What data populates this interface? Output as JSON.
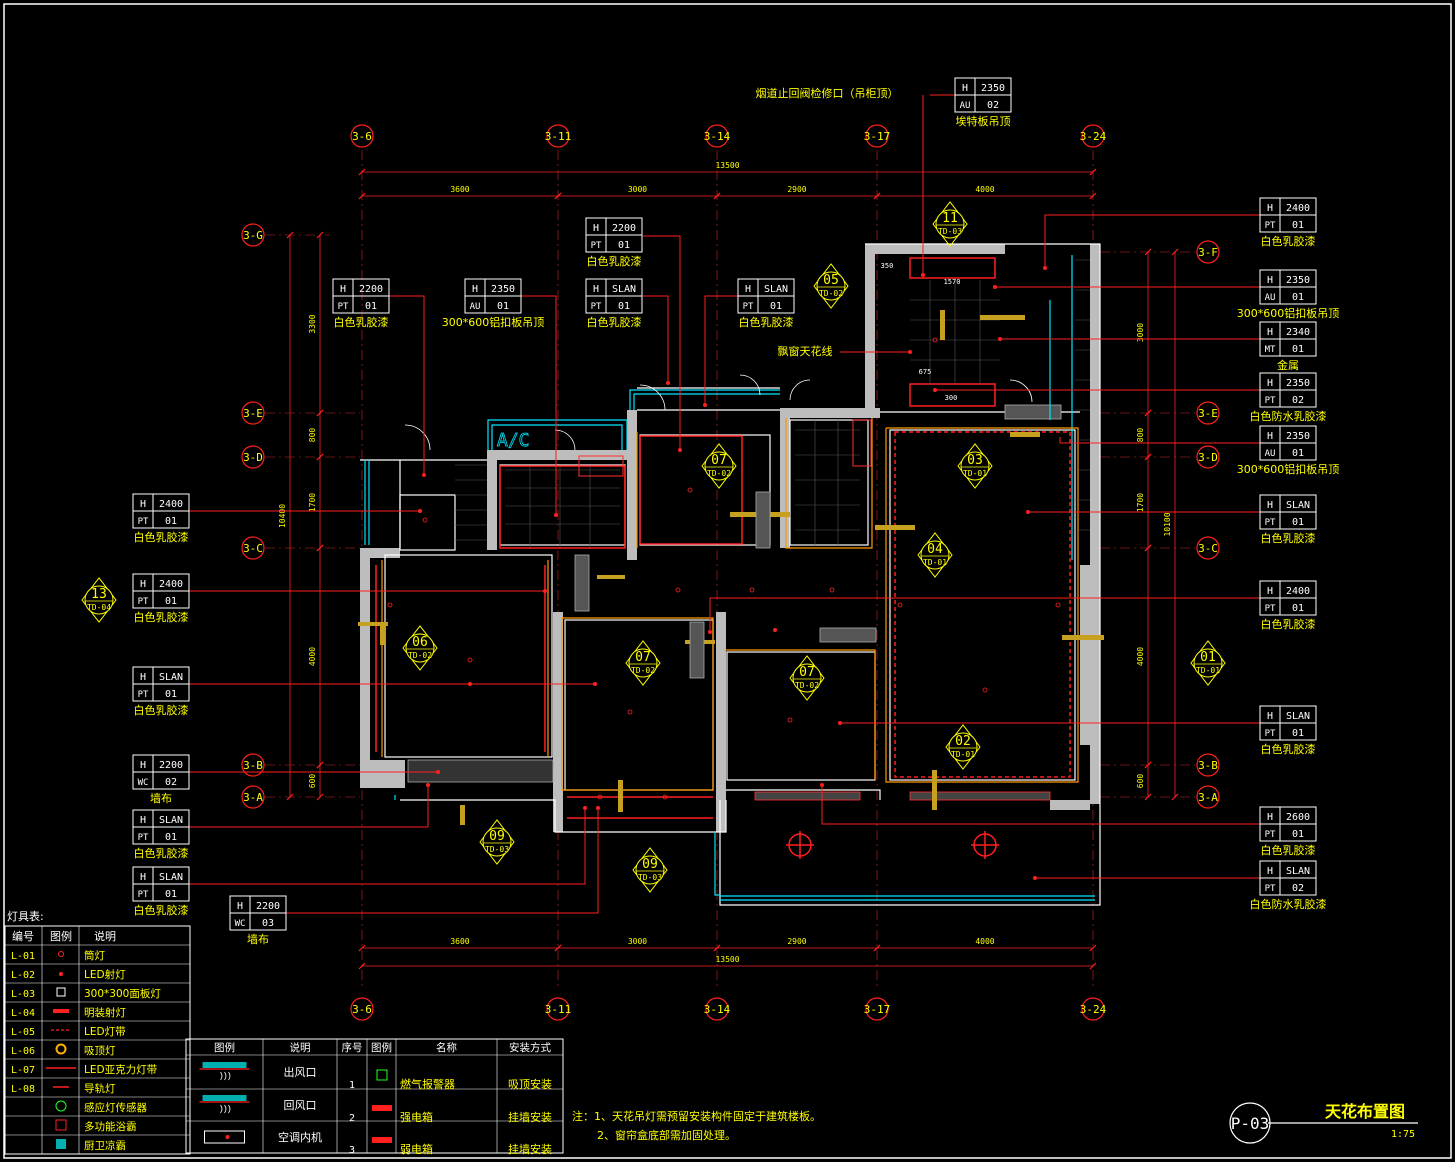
{
  "drawing": {
    "title": "天花布置图",
    "scale": "1:75",
    "sheet": "P-03",
    "notes": [
      "注：1、天花吊灯需预留安装构件固定于建筑楼板。",
      "2、窗帘盒底部需加固处理。"
    ],
    "top_note": "烟道止回阀检修口（吊柜顶）",
    "curtain_label": "飘窗天花线"
  },
  "grid": {
    "columns": [
      "3-6",
      "3-11",
      "3-14",
      "3-17",
      "3-24"
    ],
    "rows": [
      "3-G",
      "3-F",
      "3-E",
      "3-D",
      "3-C",
      "3-B",
      "3-A"
    ]
  },
  "dims": {
    "top_total": "13500",
    "bottom_total": "13500",
    "segments": [
      "3600",
      "3000",
      "2900",
      "4000"
    ],
    "left_total": "10400",
    "left_segments": [
      "3300",
      "800",
      "1700",
      "4000",
      "600"
    ],
    "right_total": "10100",
    "right_segments": [
      "3000",
      "800",
      "1700",
      "4000",
      "600"
    ],
    "inner": [
      "1570",
      "675",
      "350",
      "300"
    ]
  },
  "tags": [
    {
      "h": "H",
      "v": "2350",
      "c": "AU",
      "n": "02",
      "label": "埃特板吊顶"
    },
    {
      "h": "H",
      "v": "2400",
      "c": "PT",
      "n": "01",
      "label": "白色乳胶漆"
    },
    {
      "h": "H",
      "v": "2350",
      "c": "AU",
      "n": "01",
      "label": "300*600铝扣板吊顶"
    },
    {
      "h": "H",
      "v": "2340",
      "c": "MT",
      "n": "01",
      "label": "金属"
    },
    {
      "h": "H",
      "v": "2350",
      "c": "PT",
      "n": "02",
      "label": "白色防水乳胶漆"
    },
    {
      "h": "H",
      "v": "2350",
      "c": "AU",
      "n": "01",
      "label": "300*600铝扣板吊顶"
    },
    {
      "h": "H",
      "v": "SLAN",
      "c": "PT",
      "n": "01",
      "label": "白色乳胶漆"
    },
    {
      "h": "H",
      "v": "2400",
      "c": "PT",
      "n": "01",
      "label": "白色乳胶漆"
    },
    {
      "h": "H",
      "v": "SLAN",
      "c": "PT",
      "n": "01",
      "label": "白色乳胶漆"
    },
    {
      "h": "H",
      "v": "2600",
      "c": "PT",
      "n": "01",
      "label": "白色乳胶漆"
    },
    {
      "h": "H",
      "v": "SLAN",
      "c": "PT",
      "n": "02",
      "label": "白色防水乳胶漆"
    },
    {
      "h": "H",
      "v": "2200",
      "c": "PT",
      "n": "01",
      "label": "白色乳胶漆"
    },
    {
      "h": "H",
      "v": "SLAN",
      "c": "PT",
      "n": "01",
      "label": "白色乳胶漆"
    },
    {
      "h": "H",
      "v": "2350",
      "c": "AU",
      "n": "01",
      "label": "300*600铝扣板吊顶"
    },
    {
      "h": "H",
      "v": "2200",
      "c": "PT",
      "n": "01",
      "label": "白色乳胶漆"
    },
    {
      "h": "H",
      "v": "SLAN",
      "c": "PT",
      "n": "01",
      "label": "白色乳胶漆"
    },
    {
      "h": "H",
      "v": "2400",
      "c": "PT",
      "n": "01",
      "label": "白色乳胶漆"
    },
    {
      "h": "H",
      "v": "2400",
      "c": "PT",
      "n": "01",
      "label": "白色乳胶漆"
    },
    {
      "h": "H",
      "v": "SLAN",
      "c": "PT",
      "n": "01",
      "label": "白色乳胶漆"
    },
    {
      "h": "H",
      "v": "2200",
      "c": "WC",
      "n": "02",
      "label": "墙布"
    },
    {
      "h": "H",
      "v": "SLAN",
      "c": "PT",
      "n": "01",
      "label": "白色乳胶漆"
    },
    {
      "h": "H",
      "v": "SLAN",
      "c": "PT",
      "n": "01",
      "label": "白色乳胶漆"
    },
    {
      "h": "H",
      "v": "2200",
      "c": "WC",
      "n": "03",
      "label": "墙布"
    }
  ],
  "sections": [
    {
      "n": "11",
      "s": "TD-03"
    },
    {
      "n": "05",
      "s": "TD-02"
    },
    {
      "n": "07",
      "s": "TD-02"
    },
    {
      "n": "03",
      "s": "TD-01"
    },
    {
      "n": "04",
      "s": "TD-01"
    },
    {
      "n": "06",
      "s": "TD-02"
    },
    {
      "n": "07",
      "s": "TD-02"
    },
    {
      "n": "07",
      "s": "TD-02"
    },
    {
      "n": "02",
      "s": "TD-01"
    },
    {
      "n": "01",
      "s": "TD-01"
    },
    {
      "n": "13",
      "s": "TD-04"
    },
    {
      "n": "09",
      "s": "TD-03"
    },
    {
      "n": "09",
      "s": "TD-03"
    }
  ],
  "ac_label": "A/C",
  "legend": {
    "title": "灯具表:",
    "headers": [
      "编号",
      "图例",
      "说明"
    ],
    "rows": [
      {
        "code": "L-01",
        "desc": "筒灯"
      },
      {
        "code": "L-02",
        "desc": "LED射灯"
      },
      {
        "code": "L-03",
        "desc": "300*300面板灯"
      },
      {
        "code": "L-04",
        "desc": "明装射灯"
      },
      {
        "code": "L-05",
        "desc": "LED灯带"
      },
      {
        "code": "L-06",
        "desc": "吸顶灯"
      },
      {
        "code": "L-07",
        "desc": "LED亚克力灯带"
      },
      {
        "code": "L-08",
        "desc": "导轨灯"
      },
      {
        "code": "",
        "desc": "感应灯传感器"
      },
      {
        "code": "",
        "desc": "多功能浴霸"
      },
      {
        "code": "",
        "desc": "厨卫凉霸"
      }
    ]
  },
  "legend2": {
    "headers": [
      "图例",
      "说明",
      "序号",
      "图例",
      "名称",
      "安装方式"
    ],
    "rows": [
      {
        "desc": "出风口",
        "idx": "1",
        "name": "燃气报警器",
        "mount": "吸顶安装"
      },
      {
        "desc": "回风口",
        "idx": "2",
        "name": "强电箱",
        "mount": "挂墙安装"
      },
      {
        "desc": "空调内机",
        "idx": "3",
        "name": "弱电箱",
        "mount": "挂墙安装"
      }
    ]
  },
  "colors": {
    "bg": "#000000",
    "text": "#ffff00",
    "red": "#ff2020",
    "white": "#ffffff",
    "cyan": "#00ffff",
    "wall": "#c8c8c8",
    "orange": "#ff8800",
    "olive": "#c8a020"
  }
}
